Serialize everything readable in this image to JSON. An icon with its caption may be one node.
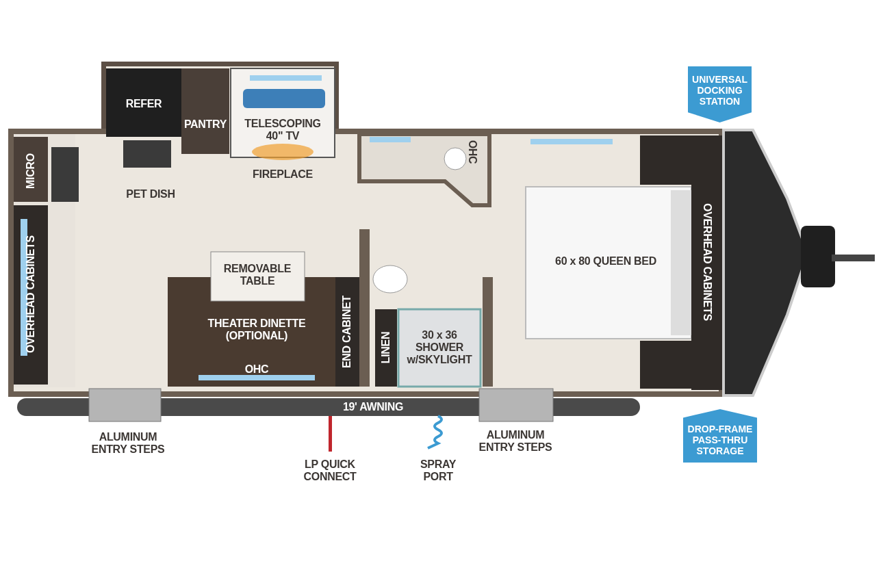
{
  "diagram": {
    "nodes": [
      {
        "text": [
          "UNIVERSAL DOCKING STATION"
        ]
      },
      {
        "text": [
          "DROP-FRAME PASS-THRU STORAGE"
        ]
      }
    ],
    "labels": [
      "REFER",
      "PANTRY",
      "TELESCOPING 40\" TV",
      "FIREPLACE",
      "PET DISH",
      "MICRO",
      "OHC",
      "OVERHEAD CABINETS",
      "REMOVABLE TABLE",
      "THEATER DINETTE (OPTIONAL)",
      "OHC",
      "END CABINET",
      "LINEN",
      "30 x 36 SHOWER w/SKYLIGHT",
      "60 x 80 QUEEN BED",
      "OVERHEAD CABINETS",
      "19' AWNING",
      "ALUMINUM ENTRY STEPS",
      "LP QUICK CONNECT",
      "SPRAY PORT",
      "ALUMINUM ENTRY STEPS"
    ]
  }
}
